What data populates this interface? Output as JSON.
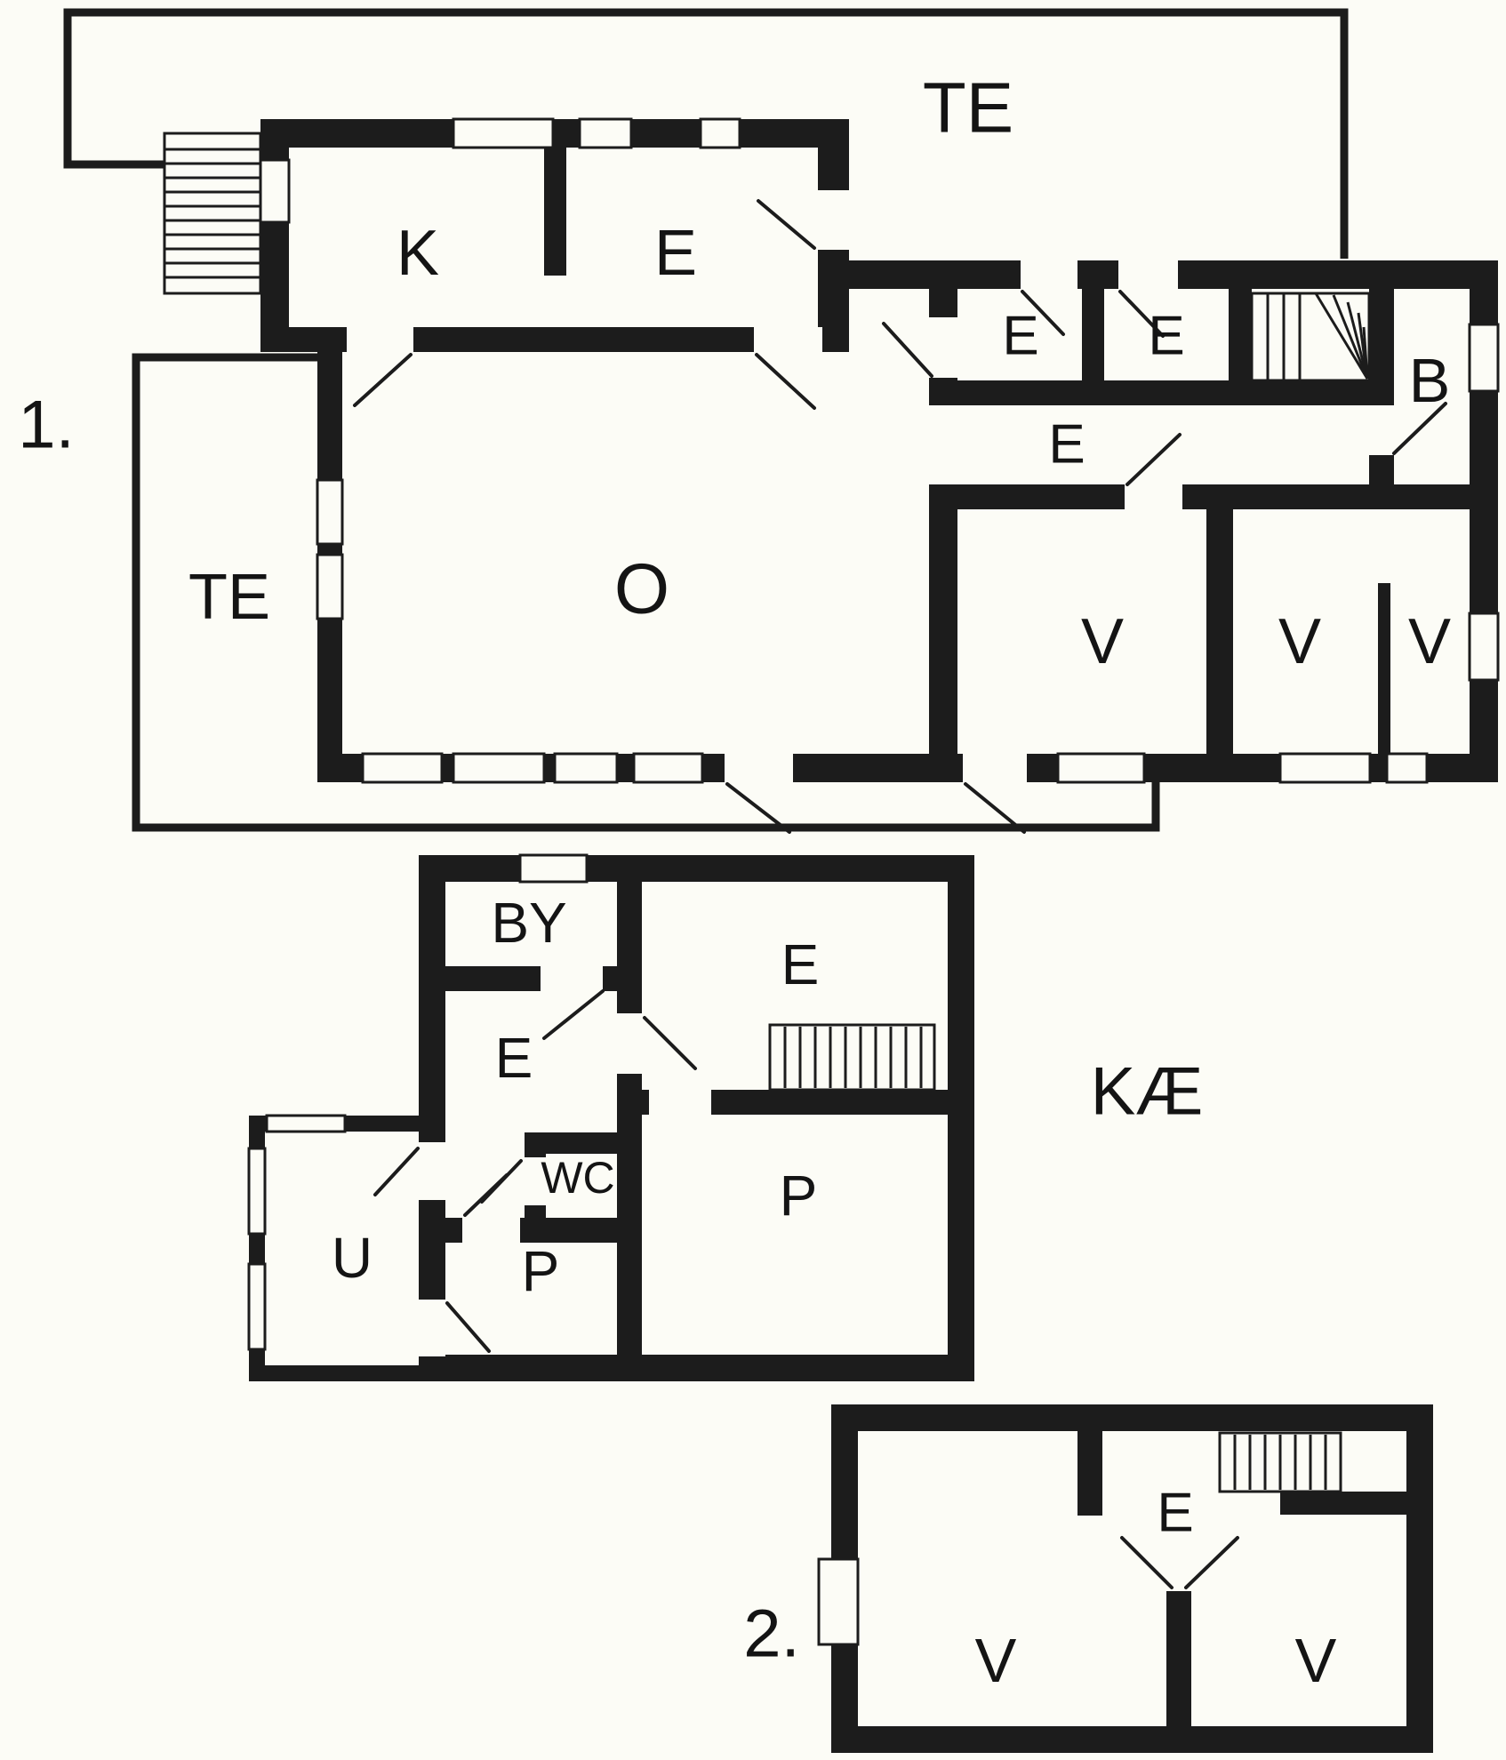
{
  "figure": {
    "type": "floor-plan",
    "plan_count": 3
  },
  "colors": {
    "wall": "#1c1c1c",
    "background": "#fcfcf6",
    "label": "#141414"
  },
  "floors": {
    "first": {
      "label": "1.",
      "rooms": {
        "terrace_top": "TE",
        "kitchen": "K",
        "entry": "E",
        "room_e1": "E",
        "room_e2": "E",
        "bath": "B",
        "hall": "E",
        "terrace_left": "TE",
        "living": "O",
        "room_v1": "V",
        "room_v2": "V",
        "room_v3": "V"
      }
    },
    "basement": {
      "label": "KÆ",
      "rooms": {
        "by": "BY",
        "e_upper": "E",
        "e_mid": "E",
        "wc": "WC",
        "p_large": "P",
        "p_small": "P",
        "utility": "U"
      }
    },
    "second": {
      "label": "2.",
      "rooms": {
        "e_hall": "E",
        "v_left": "V",
        "v_right": "V"
      }
    }
  }
}
